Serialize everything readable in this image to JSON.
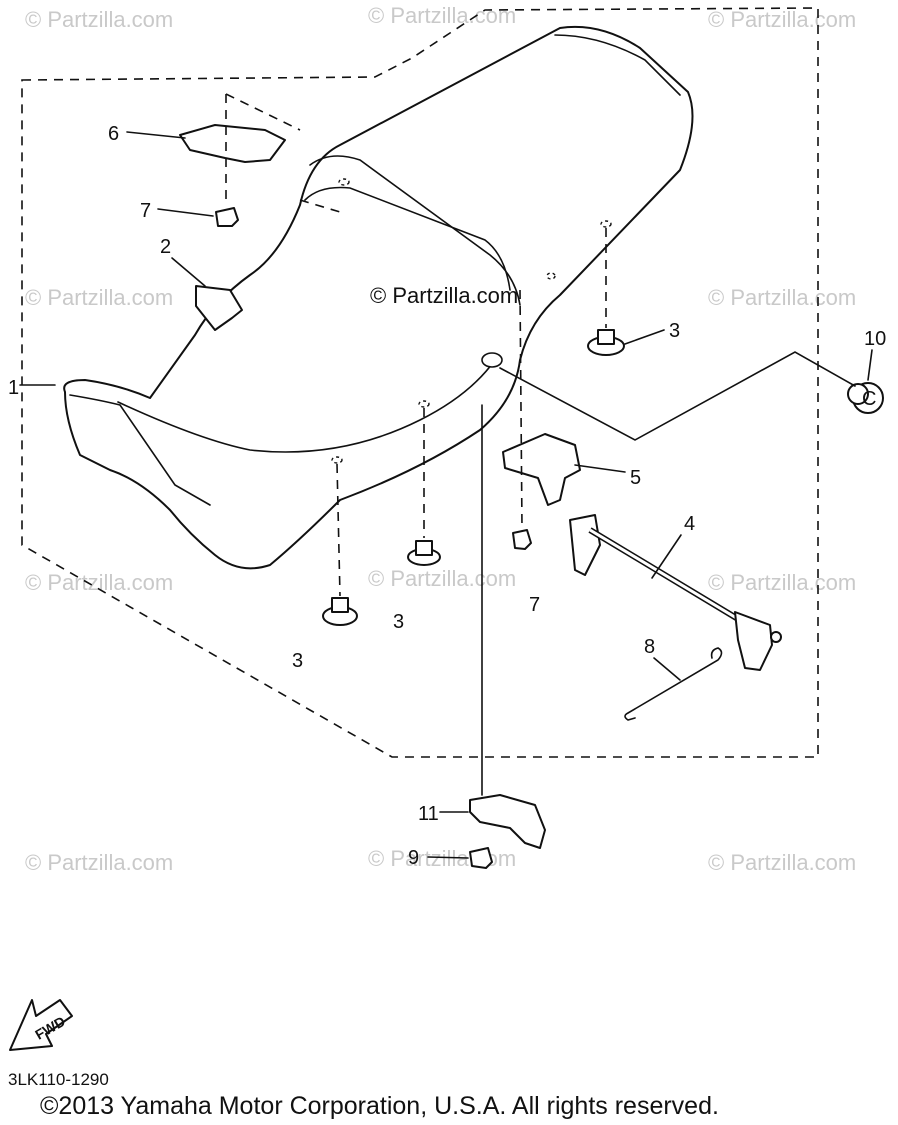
{
  "watermark_text": "© Partzilla.com",
  "center_watermark": "© Partzilla.com",
  "callouts": {
    "c1": "1",
    "c2": "2",
    "c3a": "3",
    "c3b": "3",
    "c3c": "3",
    "c4": "4",
    "c5": "5",
    "c6": "6",
    "c7a": "7",
    "c7b": "7",
    "c8": "8",
    "c9": "9",
    "c10": "10",
    "c11": "11"
  },
  "fwd_label": "FWD",
  "diagram_code": "3LK110-1290",
  "copyright": "©2013  Yamaha Motor Corporation, U.S.A. All rights reserved."
}
